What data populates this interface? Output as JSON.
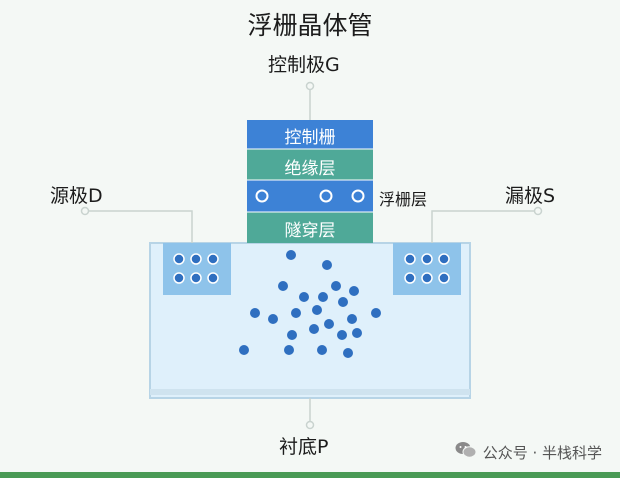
{
  "title": "浮栅晶体管",
  "gate_label": "控制极G",
  "source_label": "源极D",
  "drain_label": "漏极S",
  "substrate_label": "衬底P",
  "floating_gate_label": "浮栅层",
  "layers": {
    "control_gate": "控制栅",
    "insulation": "绝缘层",
    "tunnel": "隧穿层"
  },
  "watermark": "公众号 · 半栈科学",
  "icons": {
    "watermark_icon": "wechat-icon"
  },
  "colors": {
    "control_gate": "#3d82d6",
    "insulation": "#4fa998",
    "floating_gate": "#3d82d6",
    "tunnel": "#4fa998",
    "substrate": "#dff0fb",
    "diffusion": "#8ec3ea",
    "electron": "#2f6fc0",
    "accent_bar": "#4a9a55"
  }
}
